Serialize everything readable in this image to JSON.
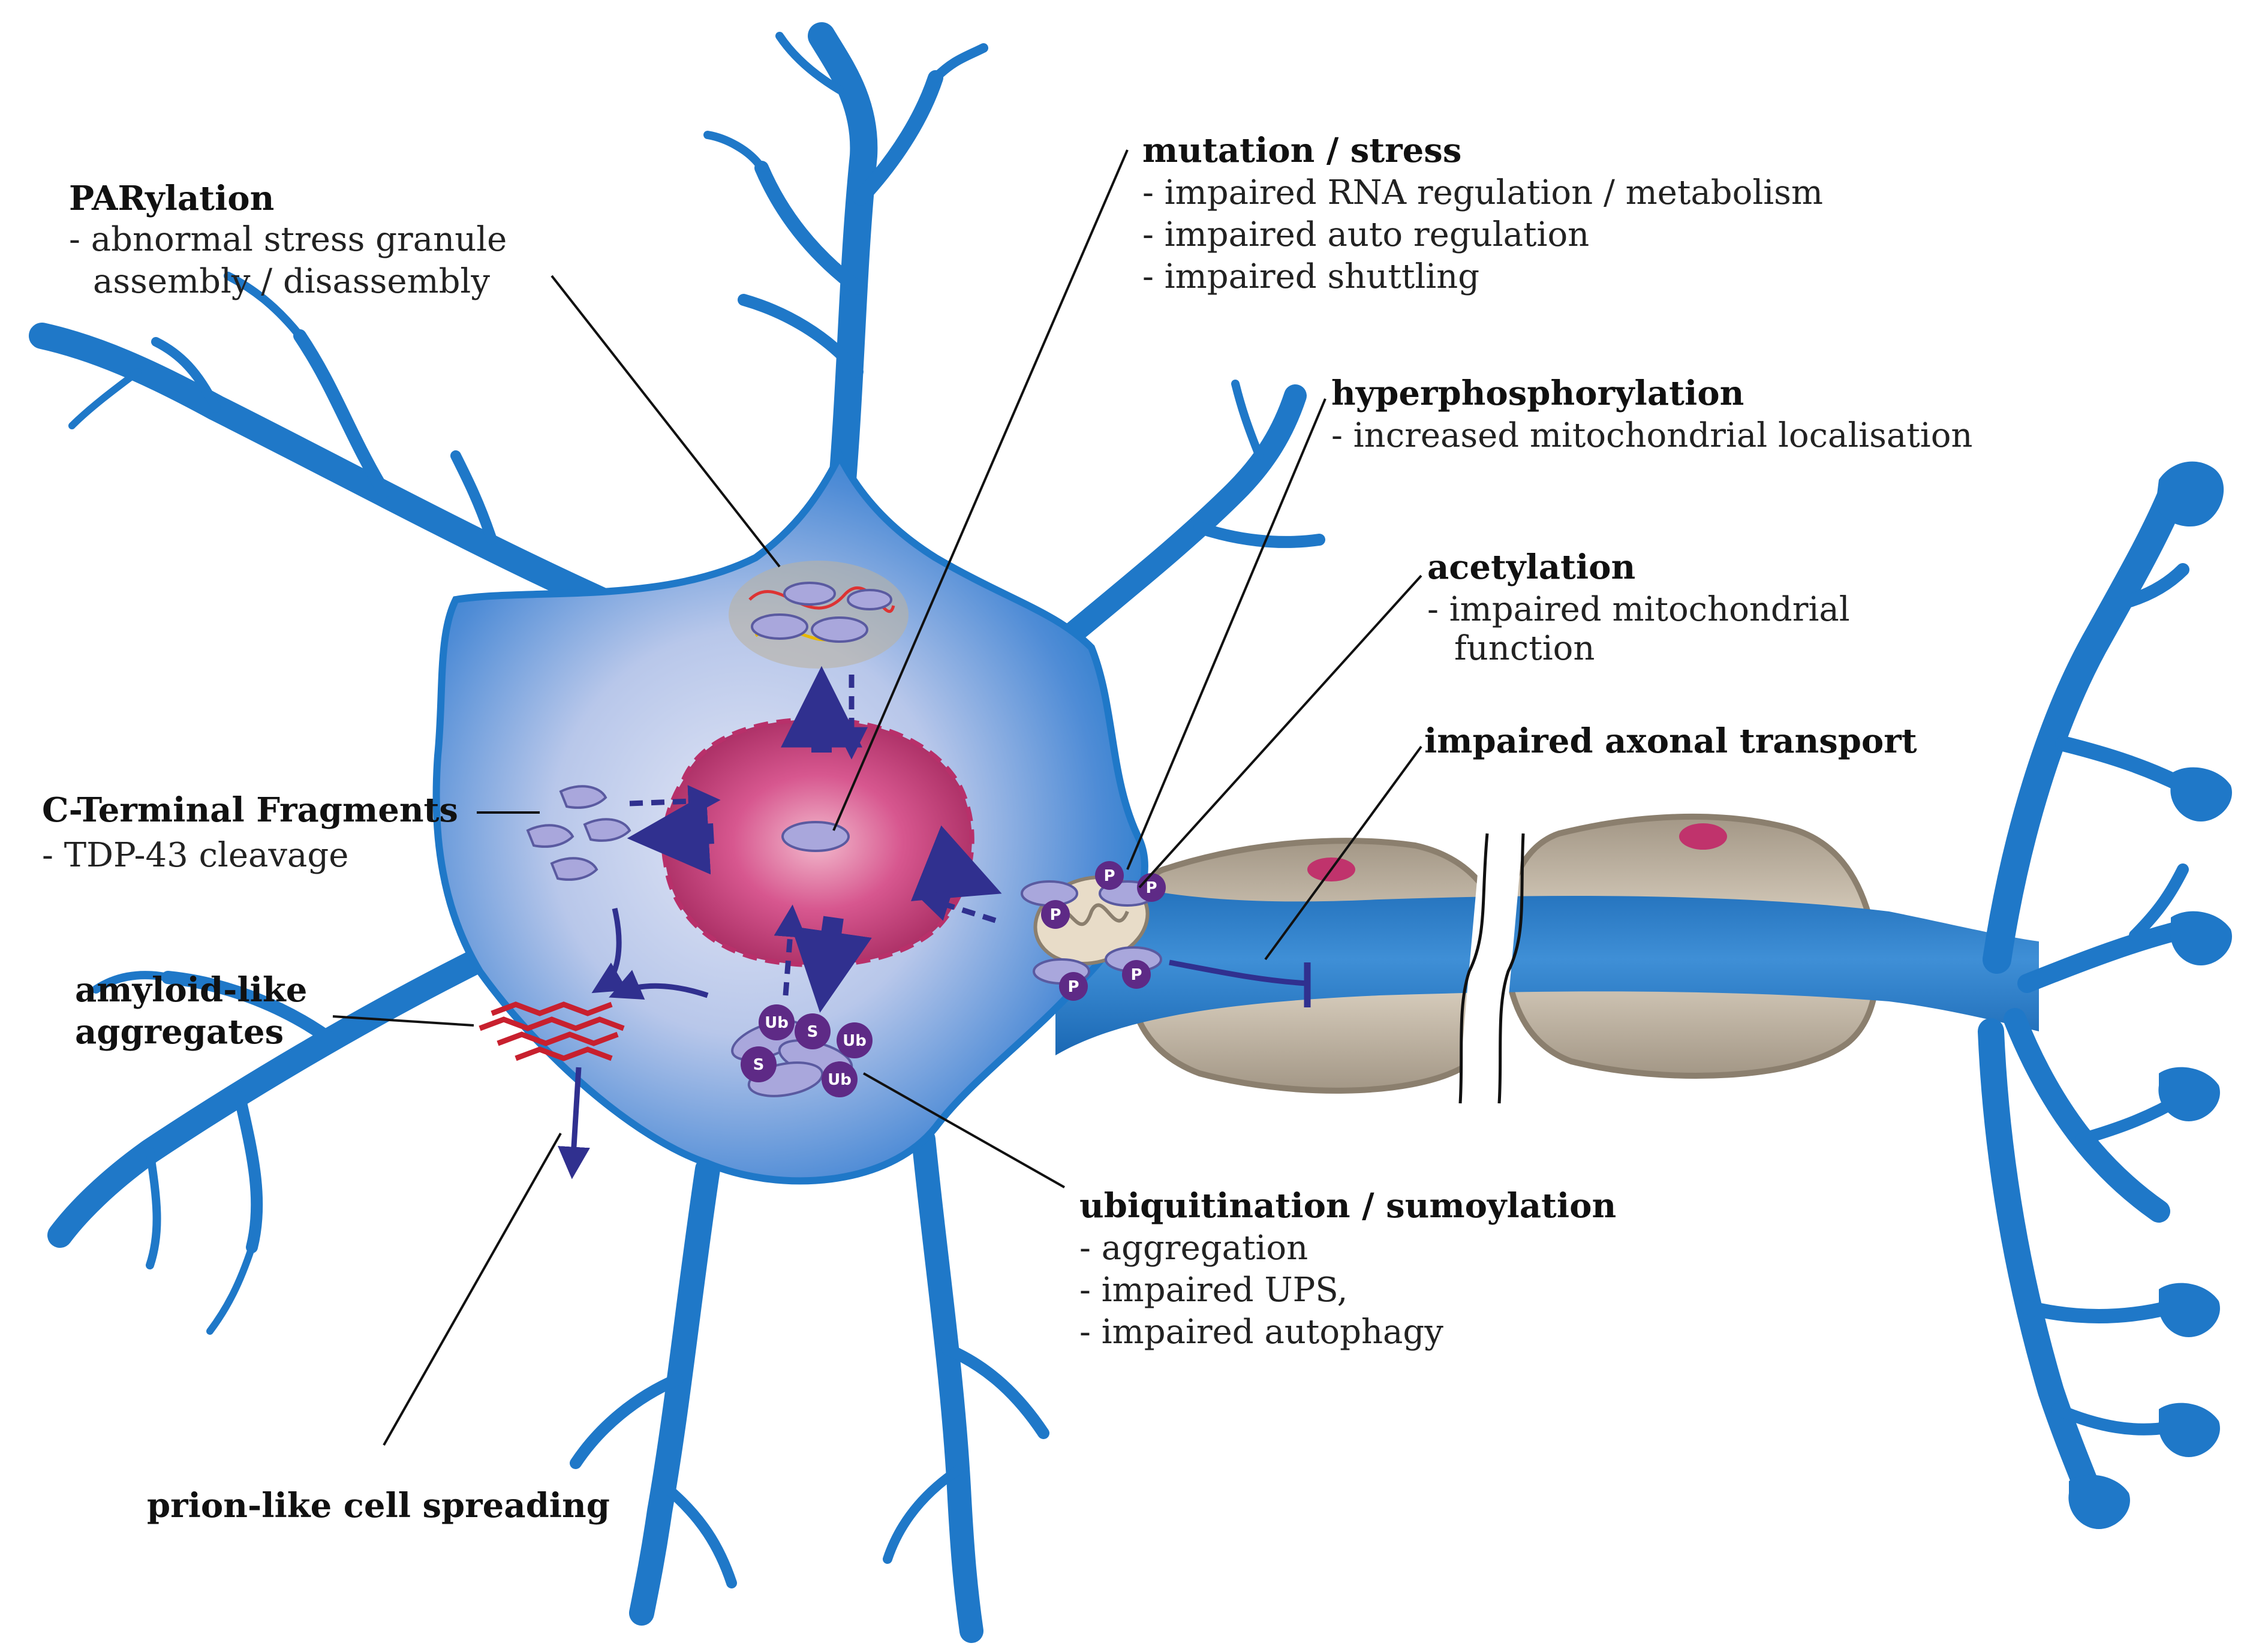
{
  "labels": {
    "parylation": {
      "title": "PARylation",
      "lines": [
        "- abnormal stress granule",
        "assembly / disassembly"
      ]
    },
    "mutation": {
      "title": "mutation / stress",
      "lines": [
        "- impaired RNA regulation / metabolism",
        "- impaired auto regulation",
        "- impaired shuttling"
      ]
    },
    "hyperphos": {
      "title": "hyperphosphorylation",
      "lines": [
        "- increased mitochondrial localisation"
      ]
    },
    "acetylation": {
      "title": "acetylation",
      "lines": [
        "- impaired mitochondrial",
        "function"
      ]
    },
    "axonal": {
      "title": "impaired axonal transport",
      "lines": []
    },
    "ctf": {
      "title": "C-Terminal Fragments",
      "lines": [
        "- TDP-43 cleavage"
      ]
    },
    "amyloid": {
      "title": "amyloid-like",
      "lines": [
        "aggregates"
      ]
    },
    "ubiq": {
      "title": "ubiquitination / sumoylation",
      "lines": [
        "- aggregation",
        "- impaired UPS,",
        "- impaired autophagy"
      ]
    },
    "prion": {
      "title": "prion-like cell spreading",
      "lines": []
    }
  },
  "badges": {
    "phospho": "P",
    "ubiquitin": "Ub",
    "sumo": "S"
  },
  "colors": {
    "neuron": "#1f78c8",
    "nucleus": "#b8306a",
    "arrow": "#30308f",
    "badge": "#5e2a86",
    "protein": "#a9a7dc",
    "myelin": "#a39786",
    "fibril": "#c8202e"
  }
}
